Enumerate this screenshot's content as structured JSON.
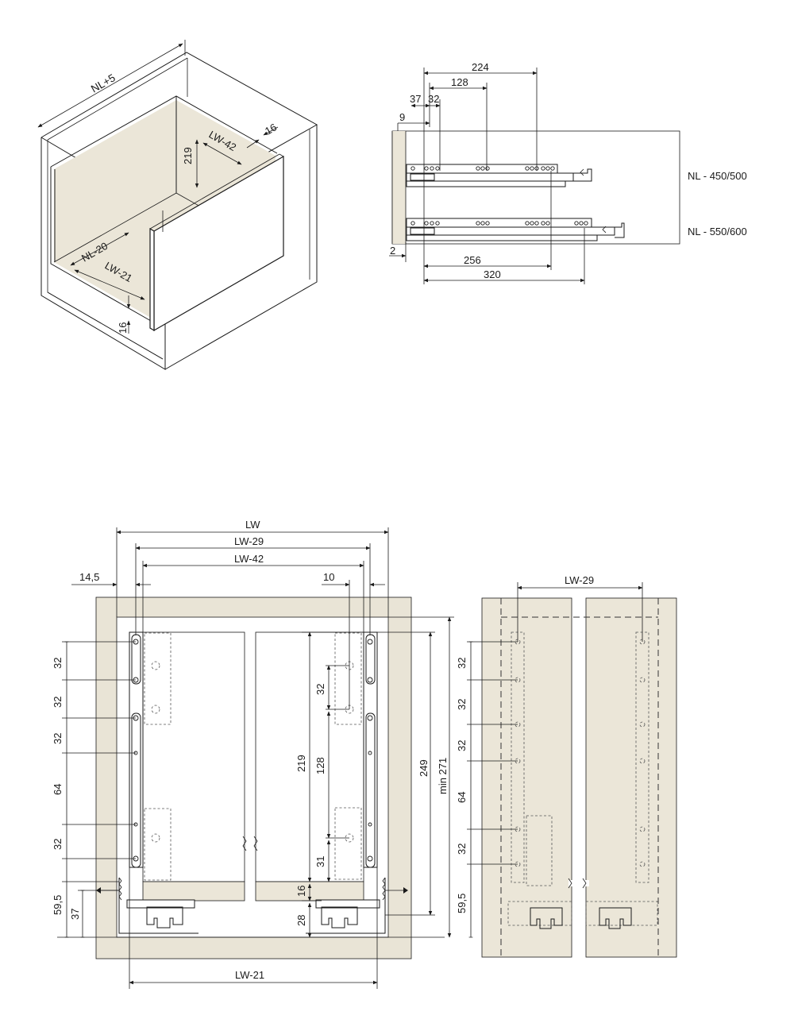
{
  "isometric": {
    "labels": {
      "width": "NL+5",
      "height": "219",
      "back_width": "LW-42",
      "offset": "16",
      "length": "NL-20",
      "inner_width": "LW-21",
      "bottom": "16"
    }
  },
  "side_view": {
    "dims_top": [
      "224",
      "128",
      "37",
      "32",
      "9"
    ],
    "dims_bottom": [
      "2",
      "256",
      "320"
    ],
    "rail_labels": [
      "NL - 450/500",
      "NL - 550/600"
    ]
  },
  "front_view": {
    "dims_top": [
      "LW",
      "LW-29",
      "LW-42",
      "14,5",
      "10"
    ],
    "left_spacing": [
      "32",
      "32",
      "32",
      "64",
      "32",
      "59,5",
      "37"
    ],
    "center": [
      "219",
      "32",
      "128",
      "31",
      "16",
      "28"
    ],
    "right": [
      "249",
      "min 271"
    ],
    "bottom": "LW-21"
  },
  "right_view": {
    "top": "LW-29",
    "spacing": [
      "32",
      "32",
      "32",
      "64",
      "32",
      "59,5"
    ]
  }
}
